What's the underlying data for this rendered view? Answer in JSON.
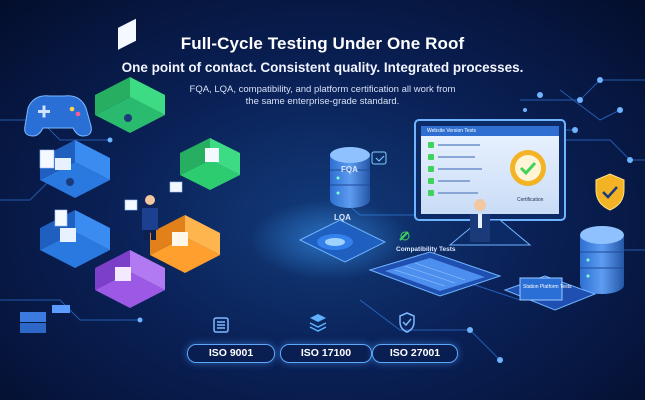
{
  "header": {
    "title": "Full-Cycle Testing Under One Roof",
    "subtitle": "One point of contact. Consistent quality. Integrated processes.",
    "body_line1": "FQA, LQA, compatibility, and platform certification all work from",
    "body_line2": "the same enterprise-grade standard."
  },
  "labels": {
    "fqa": "FQA",
    "lqa": "LQA",
    "compat": "Compatibility Tests",
    "screen_title": "Website Version Tests",
    "screen_badge": "Certification",
    "platform": "Station Platform Tests"
  },
  "certifications": [
    {
      "label": "ISO 9001",
      "icon": "document-list-icon"
    },
    {
      "label": "ISO 17100",
      "icon": "layers-stack-icon"
    },
    {
      "label": "ISO 27001",
      "icon": "shield-check-icon"
    }
  ],
  "colors": {
    "background": "#061233",
    "accent": "#5aa9ff",
    "green": "#3fd25c",
    "gold": "#f4b324"
  }
}
